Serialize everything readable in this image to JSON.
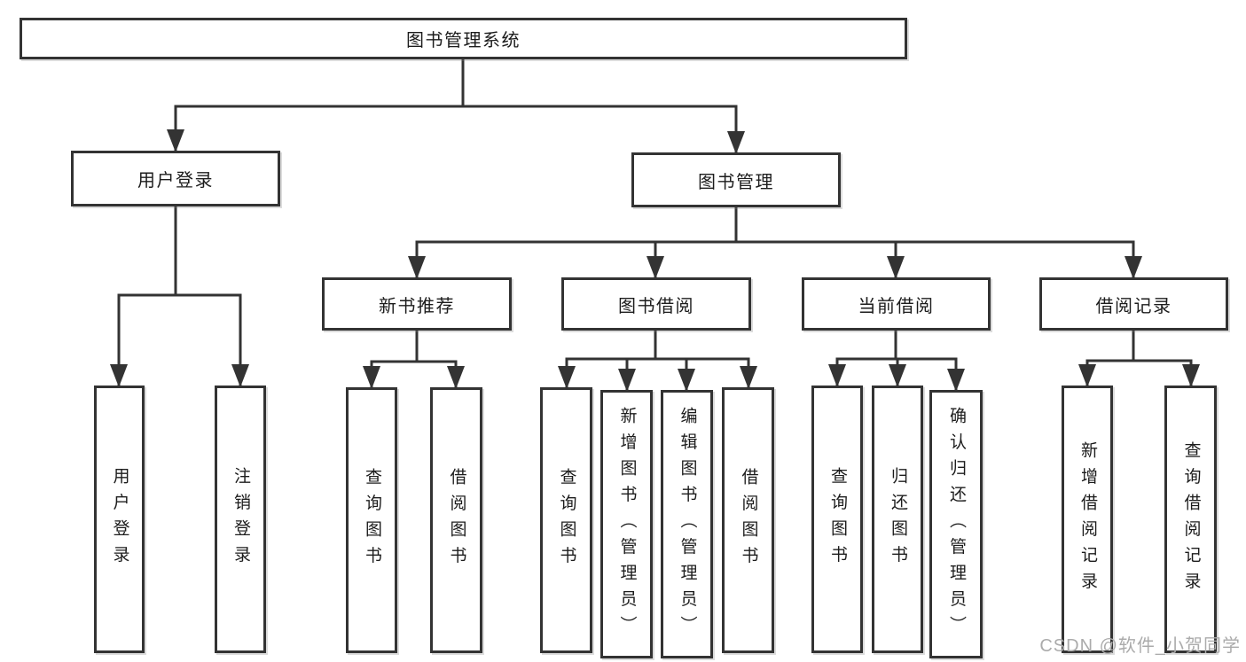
{
  "colors": {
    "background": "#ffffff",
    "border": "#333333",
    "line": "#333333",
    "text": "#1c1c1c",
    "watermark": "#ababab"
  },
  "watermark": "CSDN @软件_小贺同学",
  "nodes": {
    "root": "图书管理系统",
    "user_login": "用户登录",
    "book_management": "图书管理",
    "new_book_recommend": "新书推荐",
    "book_borrowing": "图书借阅",
    "current_borrowing": "当前借阅",
    "borrowing_records": "借阅记录",
    "leaf_user_login": "用户登录",
    "leaf_logout": "注销登录",
    "leaf_query_books_recommend": "查询图书",
    "leaf_borrow_books_recommend": "借阅图书",
    "leaf_query_books_borrowing": "查询图书",
    "leaf_add_books_admin": "新增图书（管理员）",
    "leaf_edit_books_admin": "编辑图书（管理员）",
    "leaf_borrow_books_borrowing": "借阅图书",
    "leaf_query_books_current": "查询图书",
    "leaf_return_books": "归还图书",
    "leaf_confirm_return_admin": "确认归还（管理员）",
    "leaf_add_borrow_record": "新增借阅记录",
    "leaf_query_borrow_record": "查询借阅记录"
  },
  "hierarchy": {
    "图书管理系统": {
      "用户登录": [
        "用户登录",
        "注销登录"
      ],
      "图书管理": {
        "新书推荐": [
          "查询图书",
          "借阅图书"
        ],
        "图书借阅": [
          "查询图书",
          "新增图书（管理员）",
          "编辑图书（管理员）",
          "借阅图书"
        ],
        "当前借阅": [
          "查询图书",
          "归还图书",
          "确认归还（管理员）"
        ],
        "借阅记录": [
          "新增借阅记录",
          "查询借阅记录"
        ]
      }
    }
  }
}
